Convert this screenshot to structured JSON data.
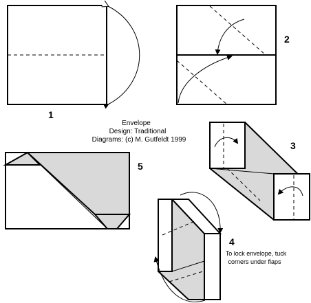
{
  "credits": {
    "title": "Envelope",
    "design": "Design: Traditional",
    "diagrams": "Diagrams: (c) M. Gutfeldt 1999"
  },
  "steps": [
    {
      "number": "1"
    },
    {
      "number": "2"
    },
    {
      "number": "3"
    },
    {
      "number": "4",
      "note_line1": "To lock envelope, tuck",
      "note_line2": "corners under flaps"
    },
    {
      "number": "5"
    }
  ],
  "colors": {
    "line": "#000000",
    "paper_back": "#d9d9d9",
    "paper_front": "#ffffff"
  },
  "icons": [
    "fold-arrow-icon",
    "valley-fold-line",
    "mountain-fold-line"
  ]
}
